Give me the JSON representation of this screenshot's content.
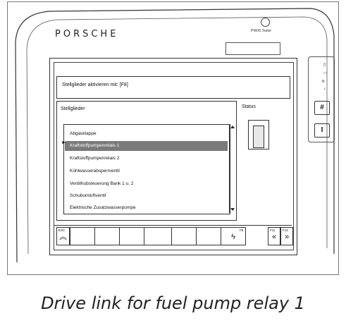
{
  "device": {
    "brand": "PORSCHE",
    "tester_label": "PIWIS Tester"
  },
  "screen": {
    "message": "Stellglieder aktivieren mit: [F8]",
    "panel_title": "Stellglieder",
    "selected_marker": "►",
    "items": [
      "Abgasklappe",
      "Kraftstoffpumpenrelais 1",
      "Kraftstoffpumpenrelais 2",
      "Kühlwasserabsperrventil",
      "Ventilhubsteuerung Bank 1 u. 2",
      "Schubumluftventil",
      "Elektrische Zusatzwasserpumpe"
    ],
    "selected_index": 1,
    "status_label": "Status"
  },
  "fkeys": [
    {
      "label": "ESC",
      "glyph": "︽"
    },
    {
      "label": "",
      "glyph": ""
    },
    {
      "label": "",
      "glyph": ""
    },
    {
      "label": "",
      "glyph": ""
    },
    {
      "label": "",
      "glyph": ""
    },
    {
      "label": "",
      "glyph": ""
    },
    {
      "label": "",
      "glyph": ""
    },
    {
      "label": "F8",
      "glyph": "ϟ"
    },
    {
      "label": "F11",
      "glyph": "«"
    },
    {
      "label": "F12",
      "glyph": "»"
    }
  ],
  "side": {
    "hash_button": "#",
    "off_button": "I"
  },
  "caption": "Drive link for fuel pump relay 1"
}
